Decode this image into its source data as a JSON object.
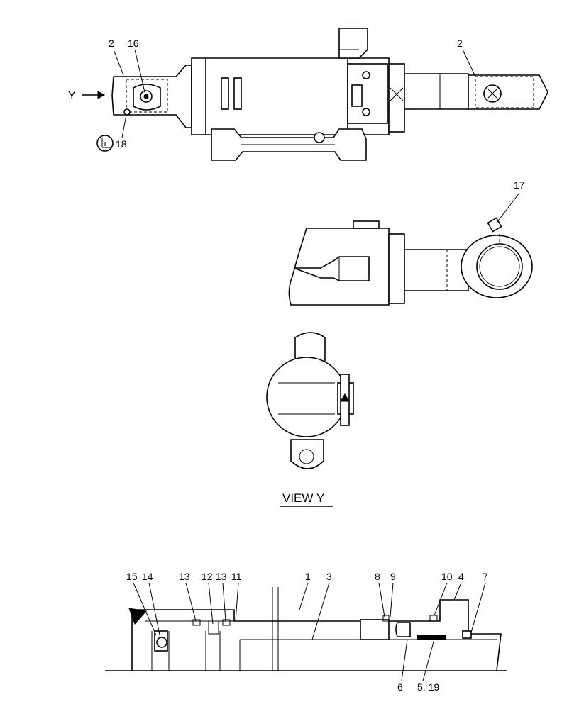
{
  "callouts": {
    "top_left_2": "2",
    "top_16": "16",
    "top_right_2": "2",
    "y_arrow": "Y",
    "top_18": "18",
    "side_17": "17",
    "view_caption": "VIEW Y",
    "sec_15": "15",
    "sec_14": "14",
    "sec_13a": "13",
    "sec_12": "12",
    "sec_13b": "13",
    "sec_11": "11",
    "sec_1": "1",
    "sec_3": "3",
    "sec_8": "8",
    "sec_9": "9",
    "sec_10": "10",
    "sec_4": "4",
    "sec_7": "7",
    "sec_6": "6",
    "sec_5_19": "5, 19"
  },
  "icons": {
    "apply_symbol": "grease-apply-icon",
    "arrow": "arrow-right-icon"
  }
}
